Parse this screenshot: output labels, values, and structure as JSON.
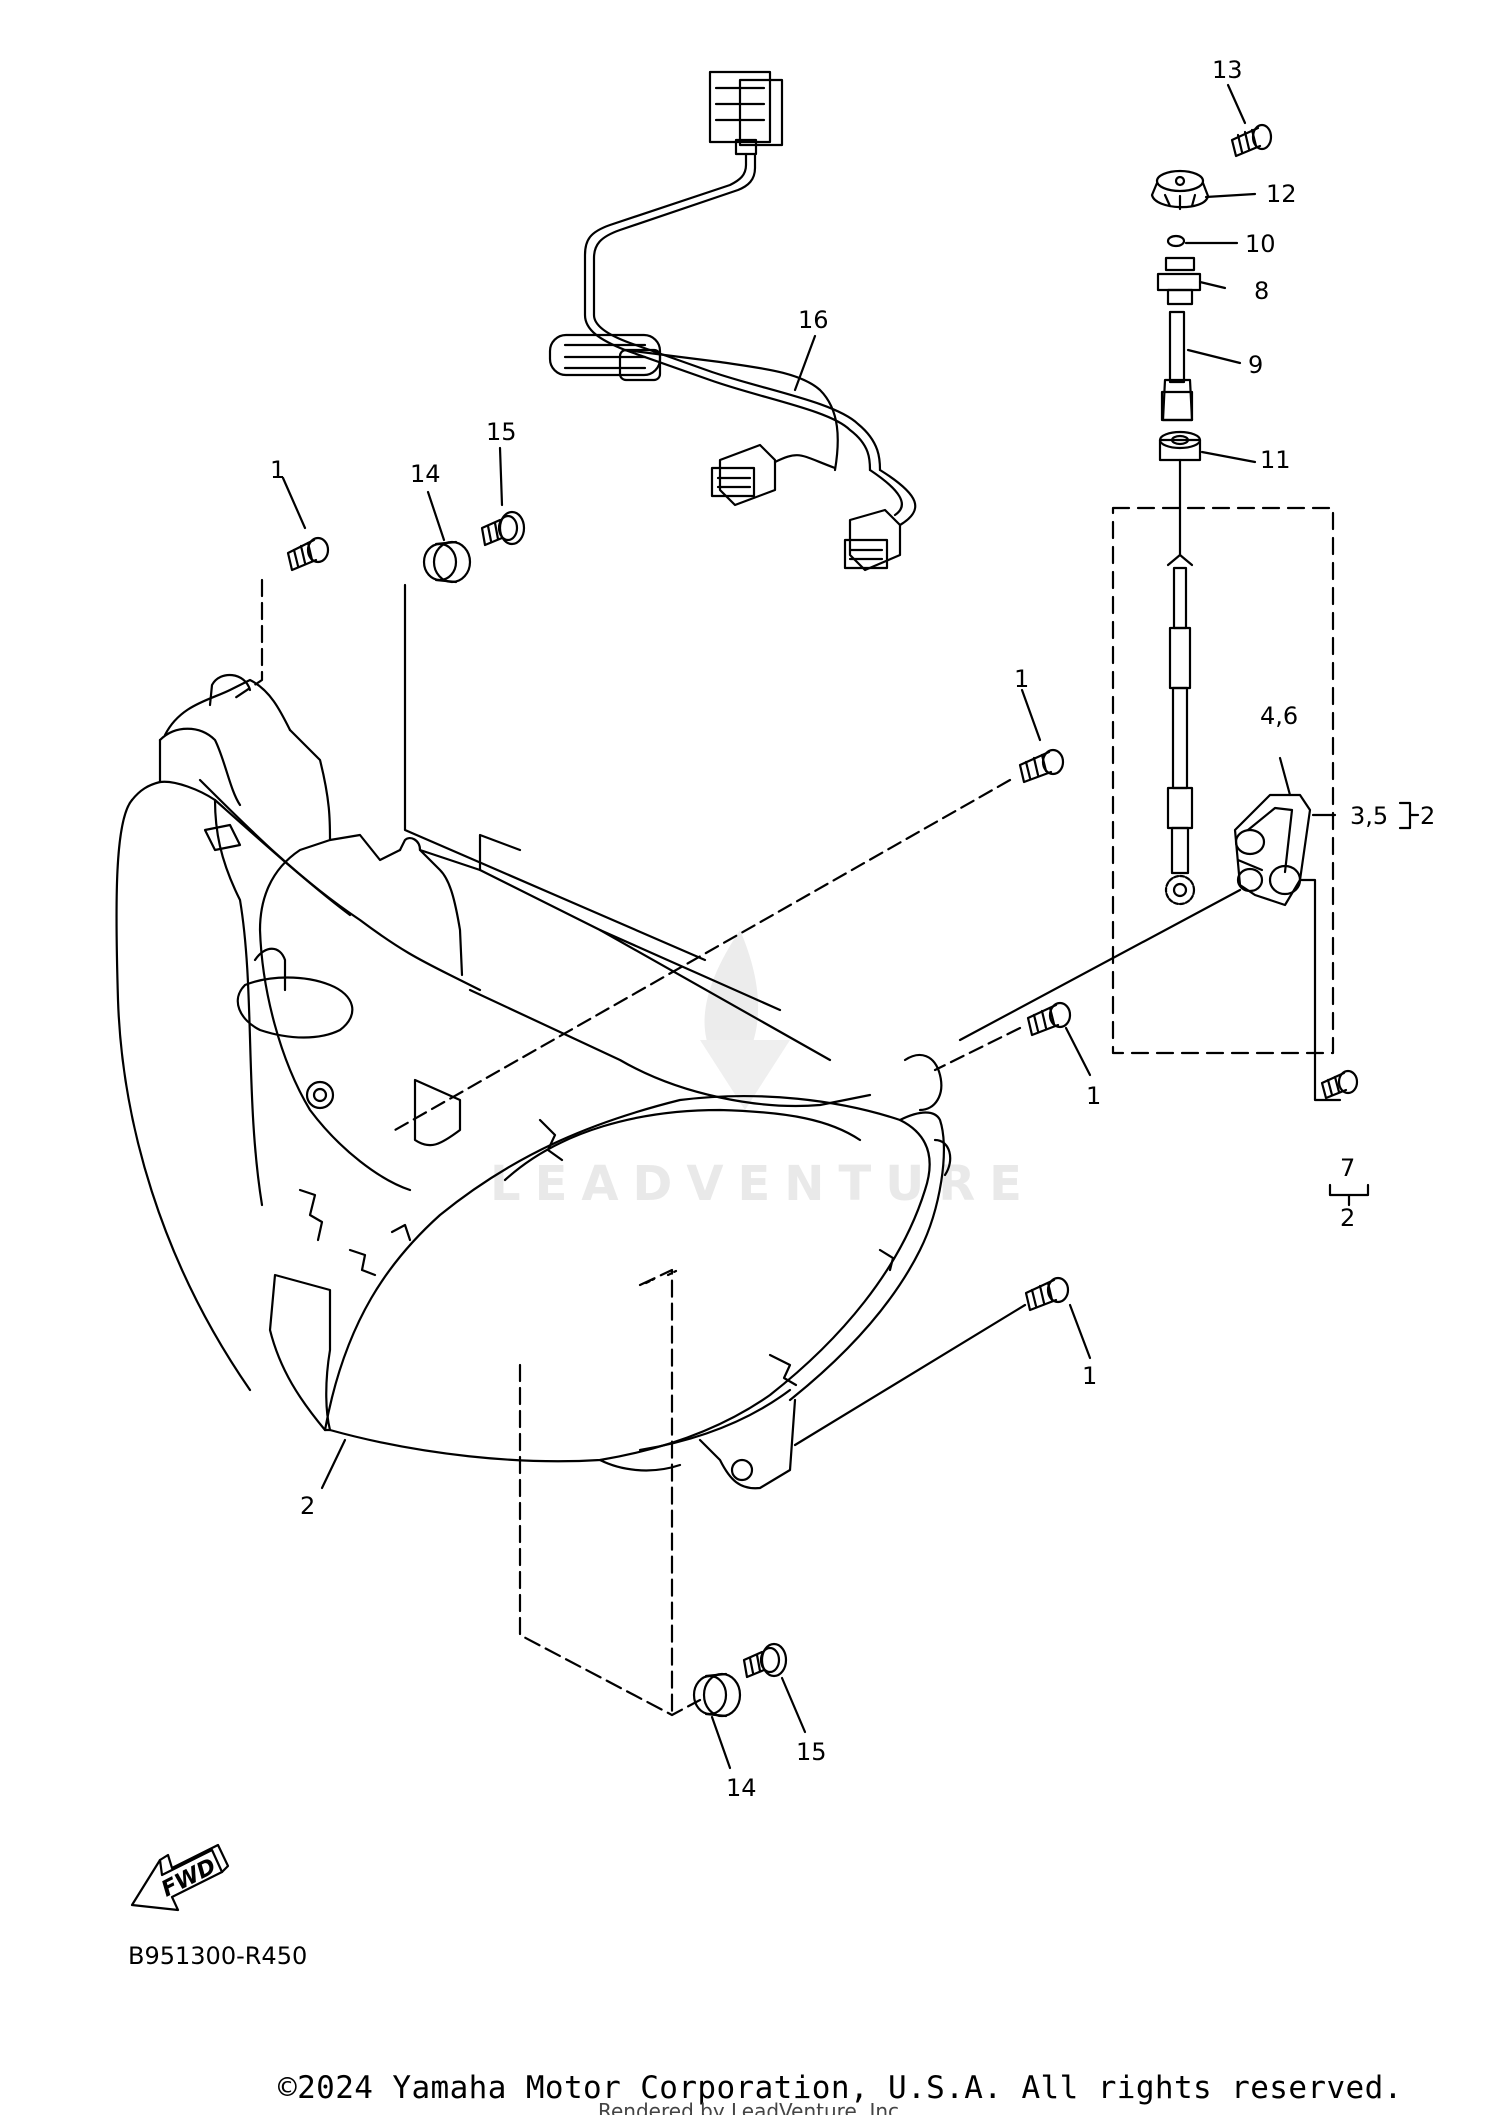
{
  "diagram": {
    "callouts": {
      "c13": "13",
      "c12": "12",
      "c10": "10",
      "c8": "8",
      "c9": "9",
      "c11": "11",
      "c16": "16",
      "c15_top": "15",
      "c14_top": "14",
      "c1_top_left": "1",
      "c1_mid": "1",
      "c4_6": "4,6",
      "c3_5": "3,5",
      "c2_bracket": "2",
      "c1_right": "1",
      "c7": "7",
      "c2_under7": "2",
      "c1_lower": "1",
      "c2_housing": "2",
      "c14_bottom": "14",
      "c15_bottom": "15"
    },
    "fwd_label": "FWD",
    "diagram_code": "B951300-R450",
    "watermark": "LEADVENTURE"
  },
  "footer": {
    "copyright": "©2024 Yamaha Motor Corporation, U.S.A. All rights reserved.",
    "rendered_by": "Rendered by LeadVenture, Inc."
  }
}
